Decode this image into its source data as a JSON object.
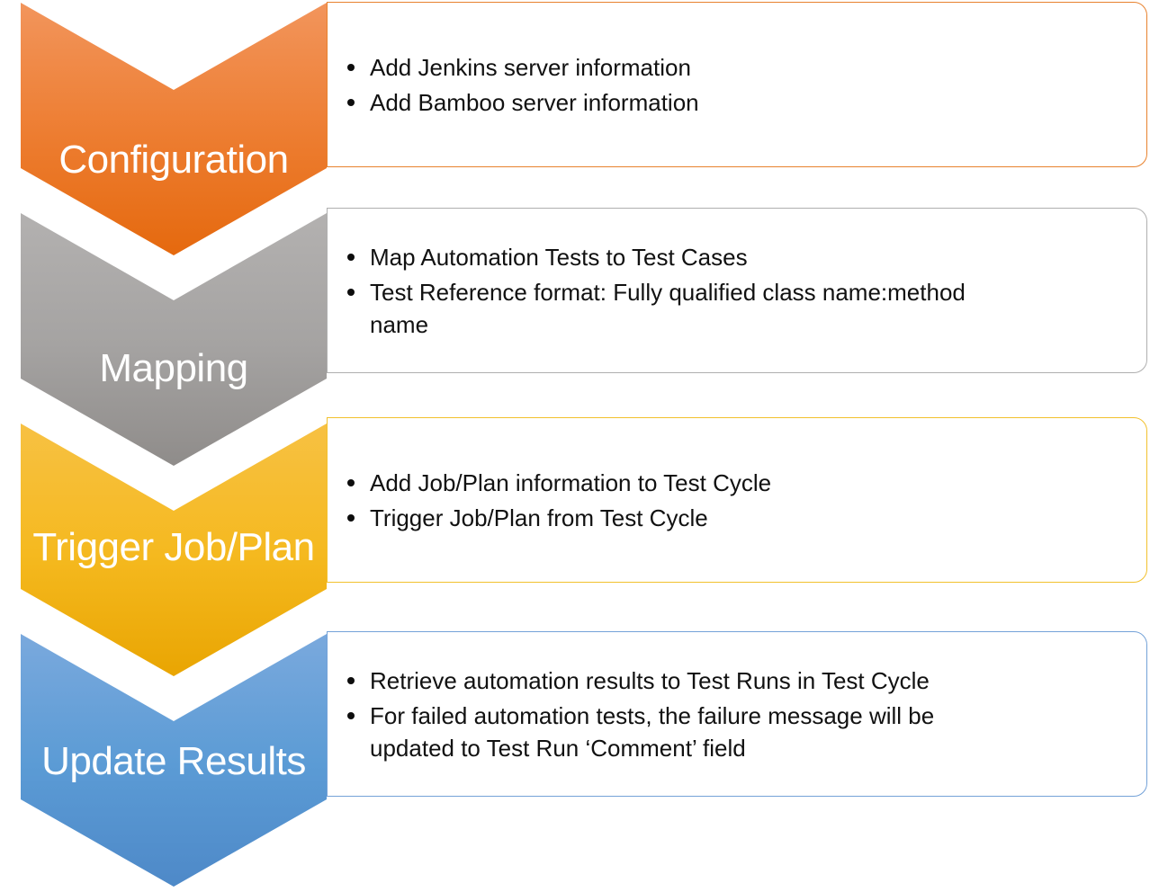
{
  "diagram": {
    "background_color": "#FFFFFF",
    "label_text_color": "#FFFFFF",
    "bullet_text_color": "#111111",
    "steps": [
      {
        "label": "Configuration",
        "accent": "#ED7D31",
        "gradient_top": "#F2955C",
        "gradient_bottom": "#E5690E",
        "border": "#E8822E",
        "bullets": [
          "Add Jenkins server information",
          "Add Bamboo server information"
        ]
      },
      {
        "label": "Mapping",
        "accent": "#A5A3A2",
        "gradient_top": "#B3B1B0",
        "gradient_bottom": "#8F8C8A",
        "border": "#AFAFAF",
        "bullets": [
          "Map Automation Tests to Test Cases",
          "Test Reference format: Fully qualified class name:method\nname"
        ]
      },
      {
        "label": "Trigger Job/Plan",
        "accent": "#F5B91F",
        "gradient_top": "#F7C143",
        "gradient_bottom": "#E9A502",
        "border": "#F2C12E",
        "bullets": [
          "Add Job/Plan information to Test Cycle",
          "Trigger Job/Plan from Test Cycle"
        ]
      },
      {
        "label": "Update Results",
        "accent": "#5B9BD5",
        "gradient_top": "#7AA9DD",
        "gradient_bottom": "#4E89C8",
        "border": "#74A2D8",
        "bullets": [
          "Retrieve automation results to Test Runs in Test Cycle",
          "For failed automation tests, the failure message will be\nupdated to Test Run ‘Comment’ field"
        ]
      }
    ]
  }
}
